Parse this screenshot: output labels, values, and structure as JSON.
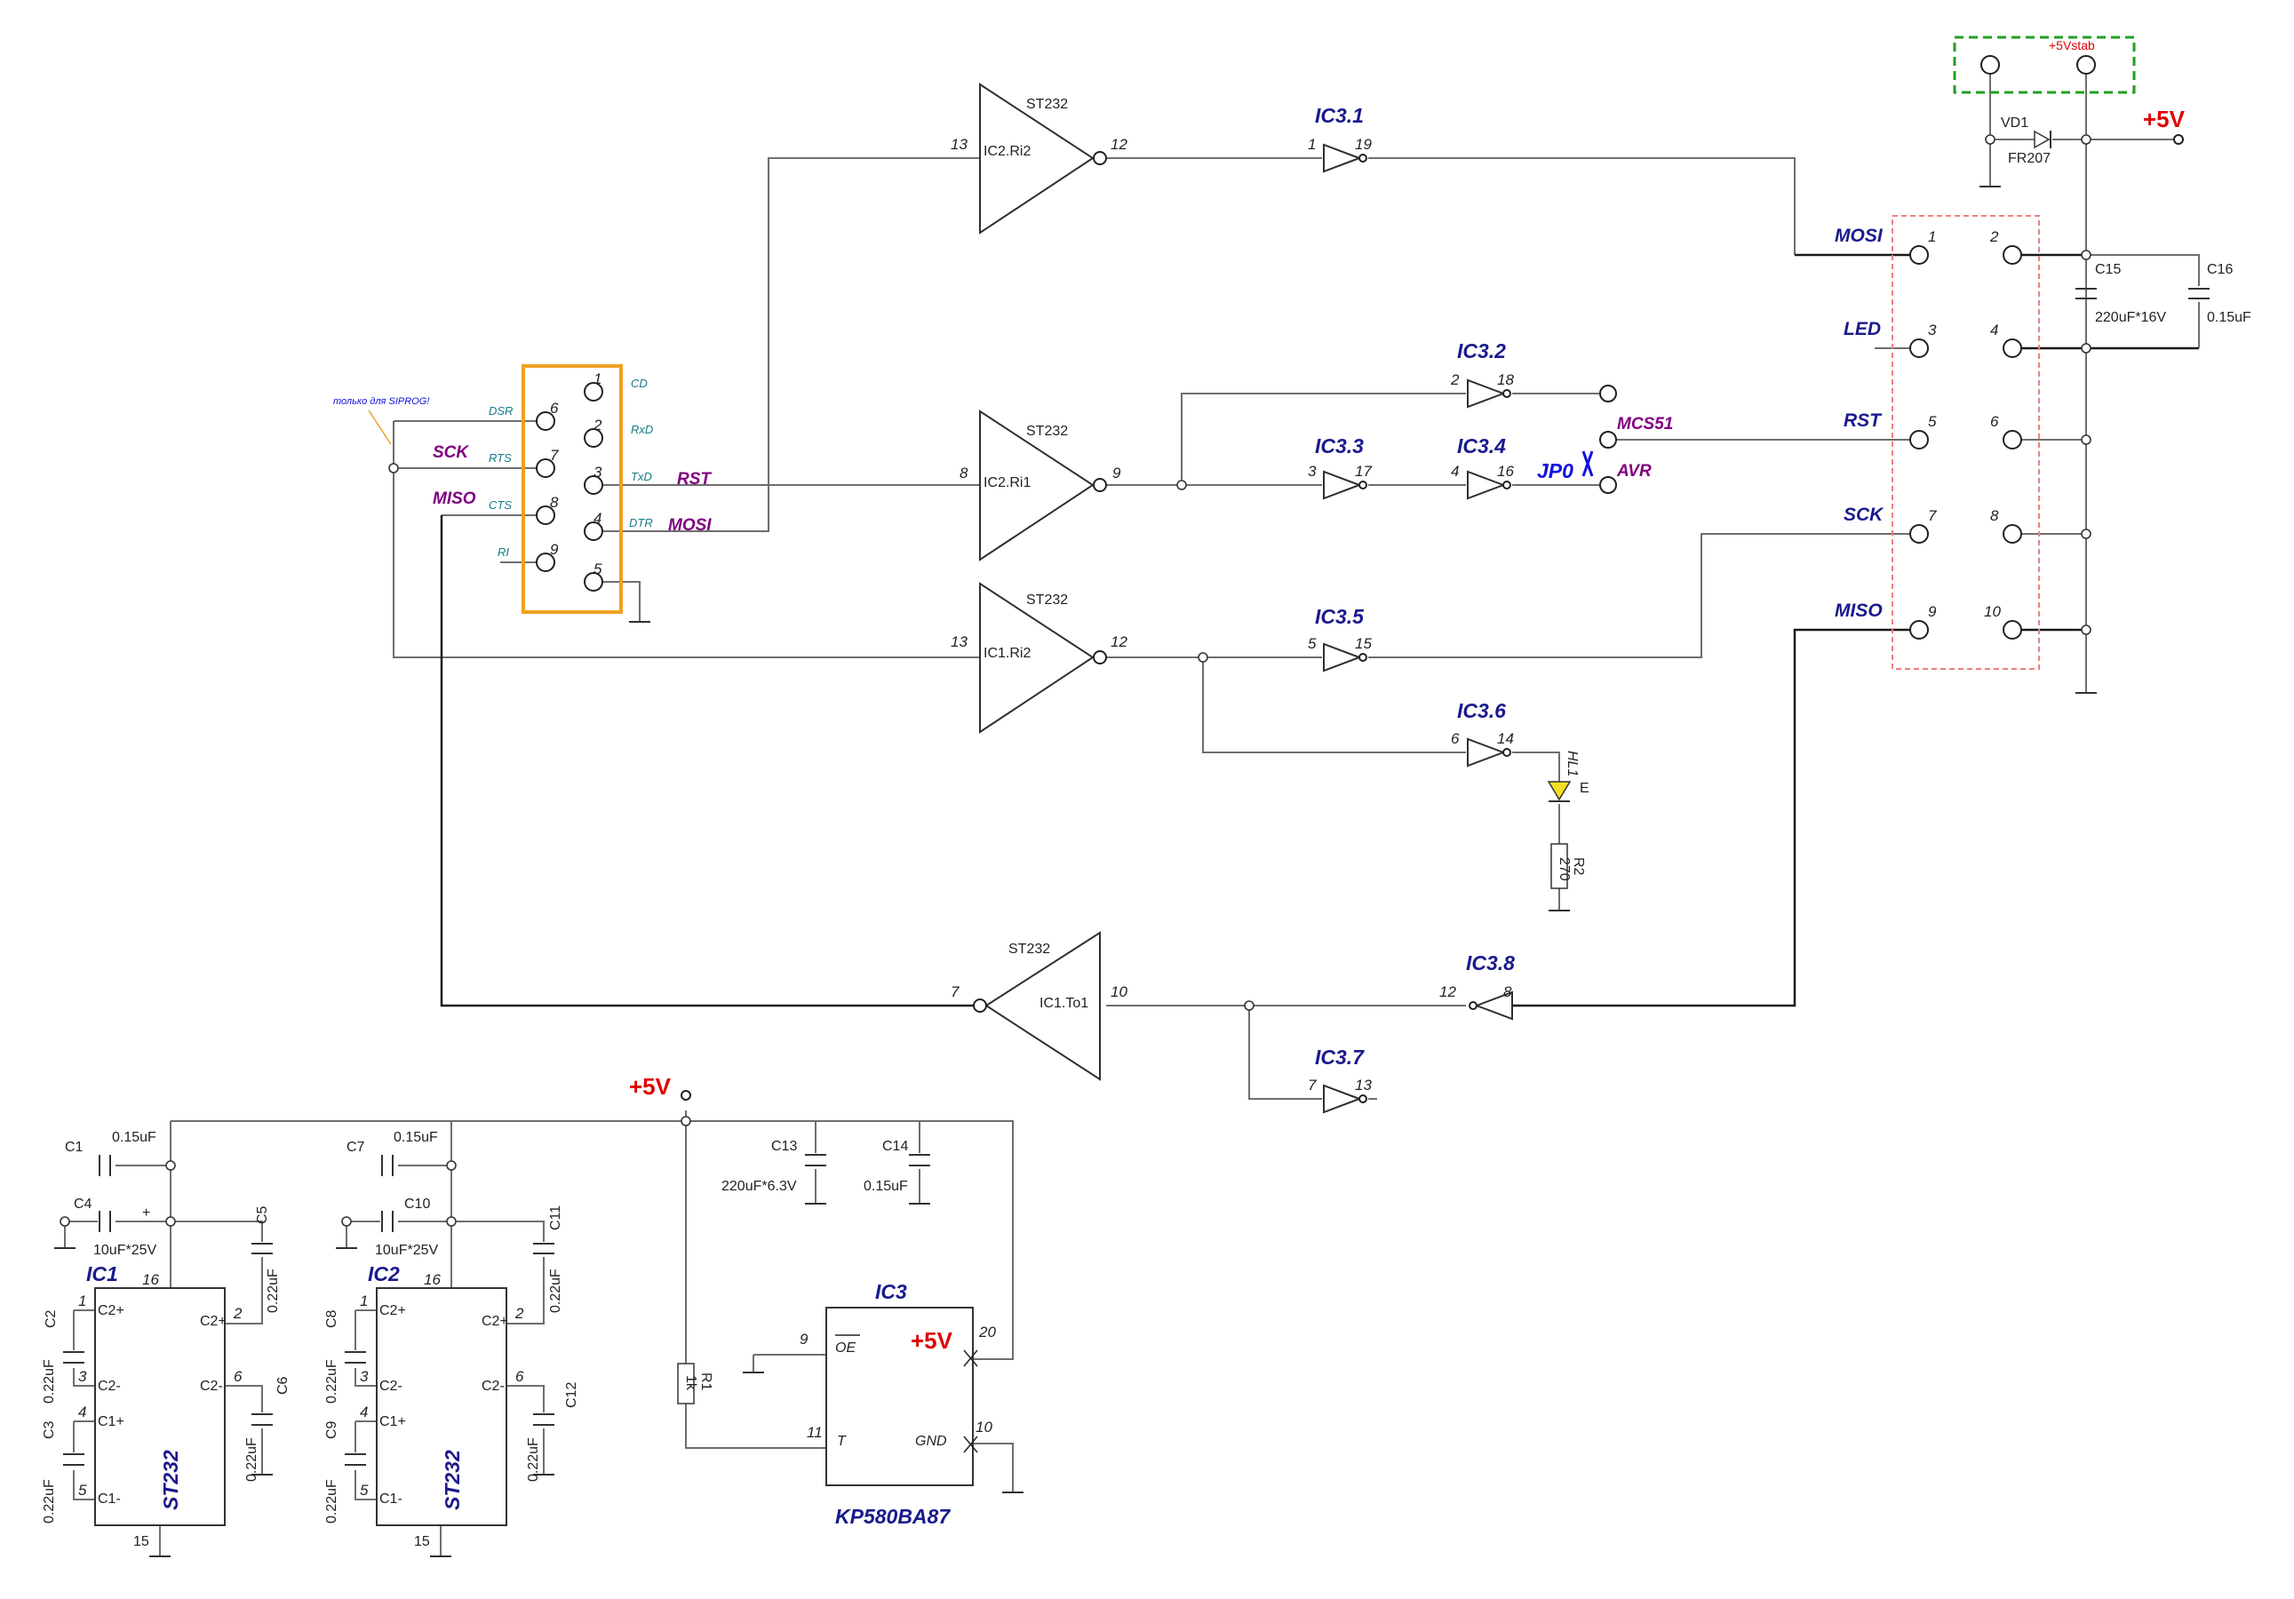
{
  "texts": {
    "st232": "ST232",
    "ic2_ri2": "IC2.Ri2",
    "ic2_ri1": "IC2.Ri1",
    "ic1_ri2": "IC1.Ri2",
    "ic1_to1": "IC1.To1",
    "ic3_1": "IC3.1",
    "ic3_2": "IC3.2",
    "ic3_3": "IC3.3",
    "ic3_4": "IC3.4",
    "ic3_5": "IC3.5",
    "ic3_6": "IC3.6",
    "ic3_7": "IC3.7",
    "ic3_8": "IC3.8",
    "ic1": "IC1",
    "ic2": "IC2",
    "ic3": "IC3",
    "kp580": "KP580BA87",
    "plus5v": "+5V",
    "plus5vstab": "+5Vstab",
    "vd1": "VD1",
    "fr207": "FR207",
    "c15": "C15",
    "c15v": "220uF*16V",
    "c16": "C16",
    "c16v": "0.15uF",
    "mosi": "MOSI",
    "led": "LED",
    "rst": "RST",
    "sck": "SCK",
    "miso": "MISO",
    "mcs51": "MCS51",
    "avr": "AVR",
    "jp0": "JP0",
    "note_siprog": "только для SIPROG!",
    "db_cd": "CD",
    "db_rxd": "RxD",
    "db_txd": "TxD",
    "db_dtr": "DTR",
    "db_dsr": "DSR",
    "db_rts": "RTS",
    "db_cts": "CTS",
    "db_ri": "RI",
    "hl1": "HL1",
    "e": "E",
    "r2": "R2",
    "r2v": "270",
    "r1": "R1",
    "r1v": "1k",
    "c1": "C1",
    "c4": "C4",
    "c5": "C5",
    "c2": "C2",
    "c3": "C3",
    "c6": "C6",
    "c7": "C7",
    "c10": "C10",
    "c11": "C11",
    "c8": "C8",
    "c9": "C9",
    "c12": "C12",
    "c13": "C13",
    "c13v": "220uF*6.3V",
    "c14": "C14",
    "v015": "0.15uF",
    "v10uf": "10uF*25V",
    "v022": "0.22uF",
    "oe": "OE",
    "t": "T",
    "gnd": "GND",
    "c1p": "C1+",
    "c1m": "C1-",
    "c2p": "C2+",
    "c2m": "C2-",
    "v_plus": "+",
    "n1": "1",
    "n2": "2",
    "n3": "3",
    "n4": "4",
    "n5": "5",
    "n6": "6",
    "n7": "7",
    "n8": "8",
    "n9": "9",
    "n10": "10",
    "n11": "11",
    "n12": "12",
    "n13": "13",
    "n14": "14",
    "n15": "15",
    "n16": "16",
    "n17": "17",
    "n18": "18",
    "n19": "19",
    "n20": "20"
  },
  "colors": {
    "ic_label": "#1a1a8c",
    "signal_purple": "#800080",
    "power_red": "#e00000",
    "db9_outline": "#f0a020",
    "isp_outline": "#f08080",
    "stab_outline": "#20a020"
  }
}
